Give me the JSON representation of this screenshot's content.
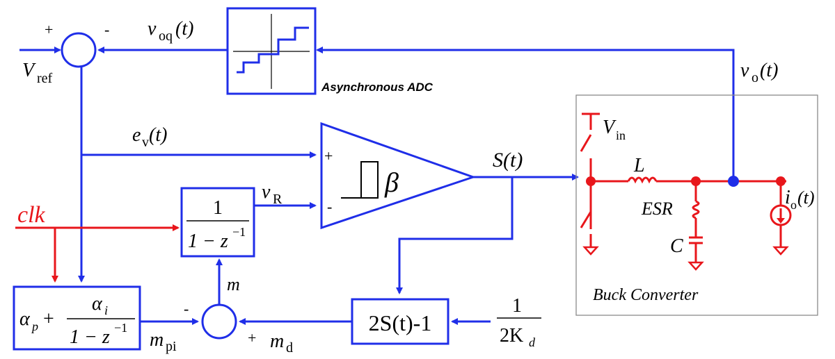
{
  "labels": {
    "vref_V": "V",
    "vref_sub": "ref",
    "plus_sum1": "+",
    "minus_sum1": "-",
    "voq_v": "v",
    "voq_sub": "oq",
    "voq_t": "(t)",
    "adc_caption": "Asynchronous ADC",
    "vo_v": "v",
    "vo_sub": "o",
    "vo_t": "(t)",
    "ev_e": "e",
    "ev_sub": "v",
    "ev_t": "(t)",
    "comp_plus": "+",
    "comp_minus": "-",
    "beta": "β",
    "s_t": "S(t)",
    "vr_v": "v",
    "vr_sub": "R",
    "clk": "clk",
    "integ_num": "1",
    "integ_den_a": "1 − z",
    "integ_den_exp": "−1",
    "m": "m",
    "pi_alpha_p": "α",
    "pi_alpha_p_sub": "p",
    "pi_plus": "+",
    "pi_num_alpha": "α",
    "pi_num_sub": "i",
    "pi_den_a": "1 − z",
    "pi_den_exp": "−1",
    "mpi_m": "m",
    "mpi_sub": "pi",
    "sum2_minus": "-",
    "sum2_plus": "+",
    "md_m": "m",
    "md_sub": "d",
    "sdrive": "2S(t)-1",
    "kd_num": "1",
    "kd_den": "2K",
    "kd_sub": "d",
    "vin_V": "V",
    "vin_sub": "in",
    "L": "L",
    "ESR": "ESR",
    "C": "C",
    "io_i": "i",
    "io_sub": "o",
    "io_t": "(t)",
    "buck_caption": "Buck Converter"
  },
  "colors": {
    "signal": "#1f2ee8",
    "clock": "#e8161b",
    "converter": "#e8161b",
    "box_outline": "#8a8a8a"
  }
}
